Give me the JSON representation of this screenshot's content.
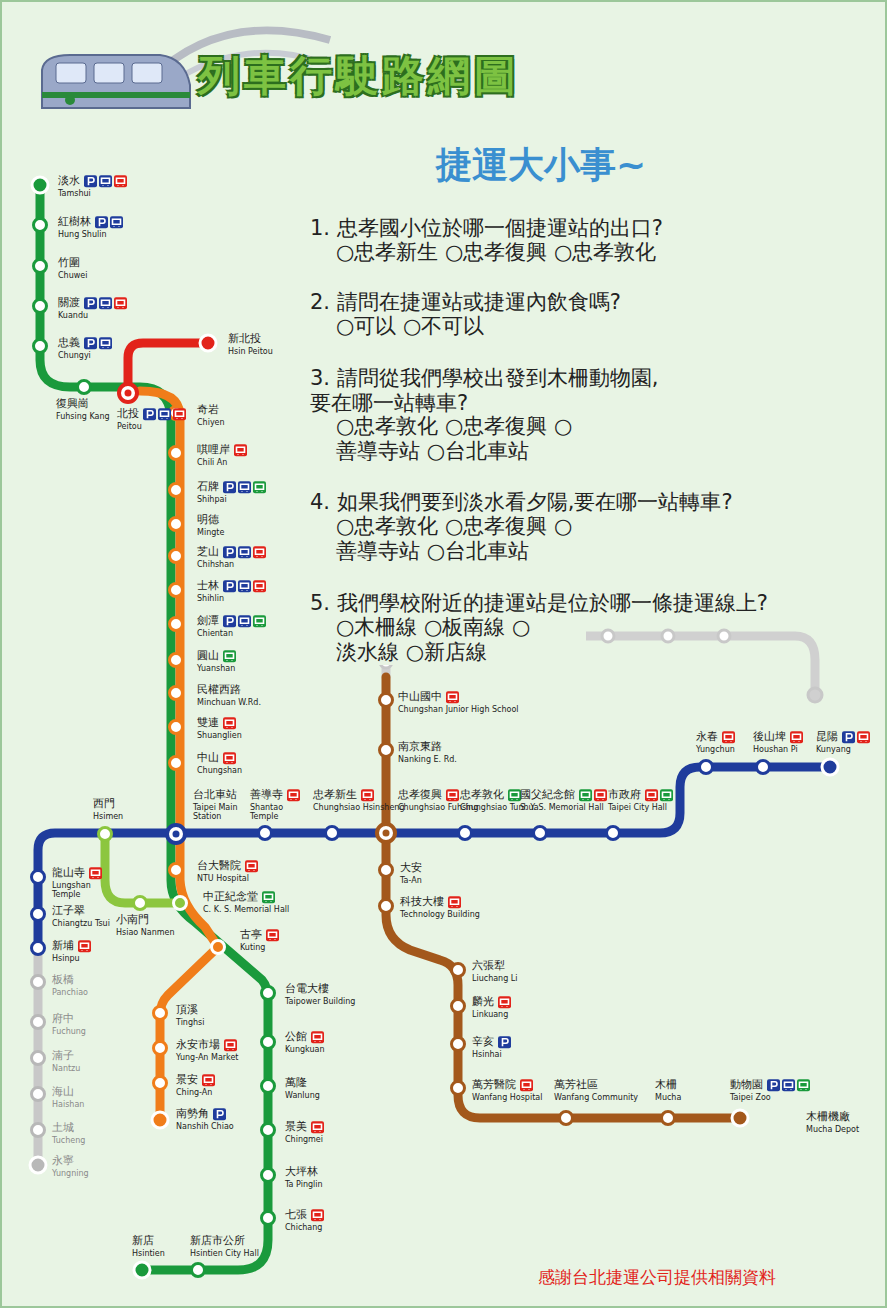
{
  "diagram": {
    "title": "列車行駛路網圖",
    "caption": "感謝台北捷運公司提供相關資料",
    "labels": [
      "淡水",
      "Tamshui",
      "紅樹林",
      "Hung Shulin",
      "竹圍",
      "Chuwei",
      "關渡",
      "Kuandu",
      "忠義",
      "Chungyi",
      "復興崗",
      "Fuhsing Kang",
      "北投",
      "Peitou",
      "新北投",
      "Hsin Peitou",
      "奇岩",
      "Chiyen",
      "唭哩岸",
      "Chili An",
      "石牌",
      "Shihpai",
      "明德",
      "Mingte",
      "芝山",
      "Chihshan",
      "士林",
      "Shihlin",
      "劍潭",
      "Chientan",
      "圓山",
      "Yuanshan",
      "民權西路",
      "Minchuan W.Rd.",
      "雙連",
      "Shuanglien",
      "中山",
      "Chungshan",
      "台北車站",
      "Taipei Main Station",
      "台大醫院",
      "NTU Hospital",
      "中正紀念堂",
      "C. K. S. Memorial Hall",
      "古亭",
      "Kuting",
      "台電大樓",
      "Taipower Building",
      "公館",
      "Kungkuan",
      "萬隆",
      "Wanlung",
      "景美",
      "Chingmei",
      "大坪林",
      "Ta Pinglin",
      "七張",
      "Chichang",
      "新店市公所",
      "Hsintien City Hall",
      "新店",
      "Hsintien",
      "頂溪",
      "Tinghsi",
      "永安市場",
      "Yung-An Market",
      "景安",
      "Ching-An",
      "南勢角",
      "Nanshih Chiao",
      "西門",
      "Hsimen",
      "龍山寺",
      "Lungshan Temple",
      "江子翠",
      "Chiangtzu Tsui",
      "新埔",
      "Hsinpu",
      "板橋",
      "Panchiao",
      "府中",
      "Fuchung",
      "湳子",
      "Nantzu",
      "海山",
      "Haishan",
      "土城",
      "Tucheng",
      "永寧",
      "Yungning",
      "小南門",
      "Hsiao Nanmen",
      "善導寺",
      "Shantao Temple",
      "忠孝新生",
      "Chunghsiao Hsinsheng",
      "忠孝復興",
      "Chunghsiao Fuhsing",
      "忠孝敦化",
      "Chunghsiao Tunhua",
      "國父紀念館",
      "S. Y. S. Memorial Hall",
      "市政府",
      "Taipei City Hall",
      "永春",
      "Yungchun",
      "後山埤",
      "Houshan Pi",
      "昆陽",
      "Kunyang",
      "中山國中",
      "Chungshan Junior High School",
      "南京東路",
      "Nanking E. Rd.",
      "大安",
      "Ta-An",
      "科技大樓",
      "Technology Building",
      "六張犁",
      "Liuchang Li",
      "麟光",
      "Linkuang",
      "辛亥",
      "Hsinhai",
      "萬芳醫院",
      "Wanfang Hospital",
      "萬芳社區",
      "Wanfang Community",
      "木柵",
      "Mucha",
      "動物園",
      "Taipei Zoo",
      "木柵機廠",
      "Mucha Depot",
      "捷運大小事~",
      "1. 忠孝國小位於哪一個捷運站的出口?",
      "○忠孝新生 ○忠孝復興 ○忠孝敦化",
      "2. 請問在捷運站或捷運內飲食嗎?",
      "○可以 ○不可以",
      "3. 請問從我們學校出發到木柵動物園, 要在哪一站轉車?",
      "○忠孝敦化 ○忠孝復興 ○善導寺站 ○台北車站",
      "4. 如果我們要到淡水看夕陽,要在哪一站轉車?",
      "○忠孝敦化 ○忠孝復興 ○善導寺站 ○台北車站",
      "5. 我們學校附近的捷運站是位於哪一條捷運線上?",
      "○木柵線 ○板南線 ○淡水線 ○新店線"
    ]
  }
}
